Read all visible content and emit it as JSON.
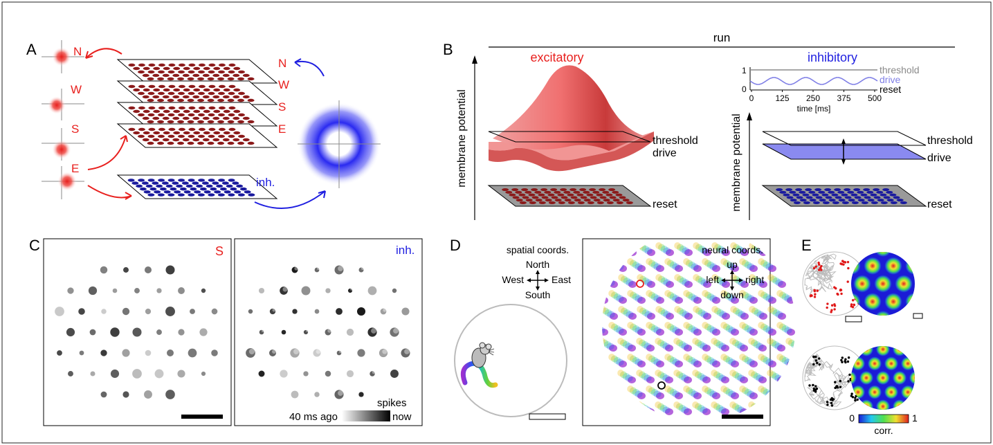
{
  "panels": {
    "a": {
      "letter": "A",
      "layer_labels": [
        "N",
        "W",
        "S",
        "E"
      ],
      "bump_labels": [
        "N",
        "W",
        "S",
        "E"
      ],
      "inh_label": "inh."
    },
    "b": {
      "letter": "B",
      "run_label": "run",
      "excitatory_title": "excitatory",
      "inhibitory_title": "inhibitory",
      "ylabel": "membrane potential",
      "threshold": "threshold",
      "drive": "drive",
      "reset": "reset",
      "mini_plot": {
        "y_ticks": [
          "1",
          "0"
        ],
        "x_ticks": [
          "0",
          "125",
          "250",
          "375",
          "500"
        ],
        "xlabel": "time [ms]",
        "legend": [
          "threshold",
          "drive",
          "reset"
        ]
      }
    },
    "c": {
      "letter": "C",
      "left_tag": "S",
      "right_tag": "inh.",
      "legend_title": "spikes",
      "legend_start": "40 ms ago",
      "legend_end": "now"
    },
    "d": {
      "letter": "D",
      "spatial_title": "spatial coords.",
      "north": "North",
      "south": "South",
      "west": "West",
      "east": "East",
      "neural_title": "neural coords.",
      "up": "up",
      "down": "down",
      "left": "left",
      "right": "right"
    },
    "e": {
      "letter": "E",
      "cbar_min": "0",
      "cbar_max": "1",
      "cbar_label": "corr."
    }
  },
  "colors": {
    "excitatory": "#e8201e",
    "inhibitory": "#1f1fe0",
    "drive_line": "#7f7fe6",
    "threshold_line": "#8a8a8a"
  }
}
